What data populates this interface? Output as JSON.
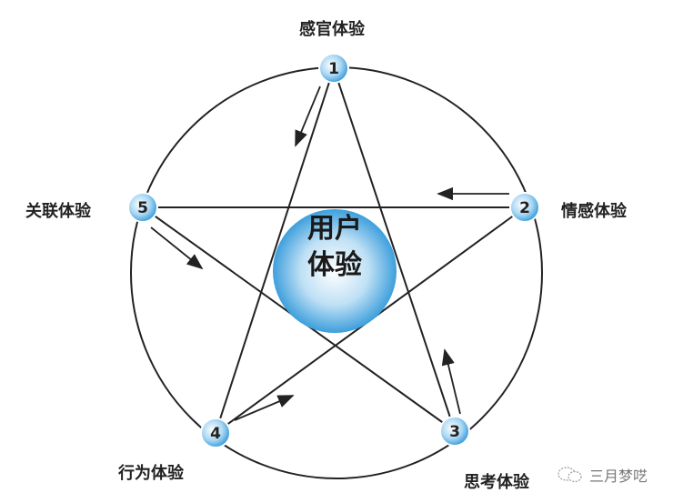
{
  "center": {
    "line1": "用户",
    "line2": "体验"
  },
  "nodes": [
    {
      "num": "1",
      "label": "感官体验"
    },
    {
      "num": "2",
      "label": "情感体验"
    },
    {
      "num": "3",
      "label": "思考体验"
    },
    {
      "num": "4",
      "label": "行为体验"
    },
    {
      "num": "5",
      "label": "关联体验"
    }
  ],
  "watermark": "三月梦呓",
  "colors": {
    "node_fill": "#5fb3e6",
    "center_fill": "#4aa8e0",
    "line": "#222222"
  }
}
